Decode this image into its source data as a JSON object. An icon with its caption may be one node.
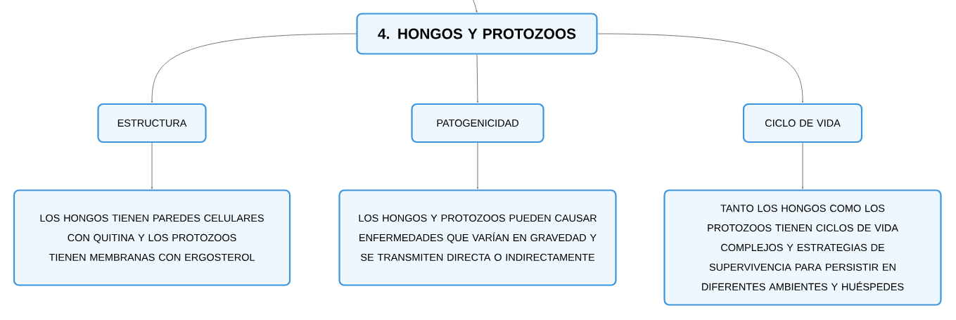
{
  "diagram": {
    "nodes": [
      {
        "text": [
          "4. HONGOS Y PROTOZOOS"
        ]
      },
      {
        "text": [
          "ESTRUCTURA"
        ]
      },
      {
        "text": [
          "PATOGENICIDAD"
        ]
      },
      {
        "text": [
          "CICLO DE VIDA"
        ]
      },
      {
        "text": [
          "LOS HONGOS TIENEN PAREDES CELULARES CON QUITINA Y LOS PROTOZOOS TIENEN MEMBRANAS CON ERGOSTEROL"
        ]
      },
      {
        "text": [
          "LOS HONGOS Y PROTOZOOS PUEDEN CAUSAR ENFERMEDADES QUE VARÍAN EN GRAVEDAD Y SE TRANSMITEN DIRECTA O INDIRECTAMENTE"
        ]
      },
      {
        "text": [
          "TANTO LOS HONGOS COMO LOS PROTOZOOS TIENEN CICLOS DE VIDA COMPLEJOS Y ESTRATEGIAS DE SUPERVIVENCIA PARA PERSISTIR EN DIFERENTES AMBIENTES Y HUÉSPEDES"
        ]
      }
    ],
    "edges": [
      {
        "from": null,
        "to": 0,
        "arrow": "to"
      },
      {
        "from": 0,
        "to": 1,
        "arrow": "to"
      },
      {
        "from": 0,
        "to": 2,
        "arrow": "to"
      },
      {
        "from": 0,
        "to": 3,
        "arrow": "to"
      },
      {
        "from": 1,
        "to": 4,
        "arrow": "to"
      },
      {
        "from": 2,
        "to": 5,
        "arrow": "to"
      },
      {
        "from": 3,
        "to": 6,
        "arrow": "to"
      }
    ]
  }
}
